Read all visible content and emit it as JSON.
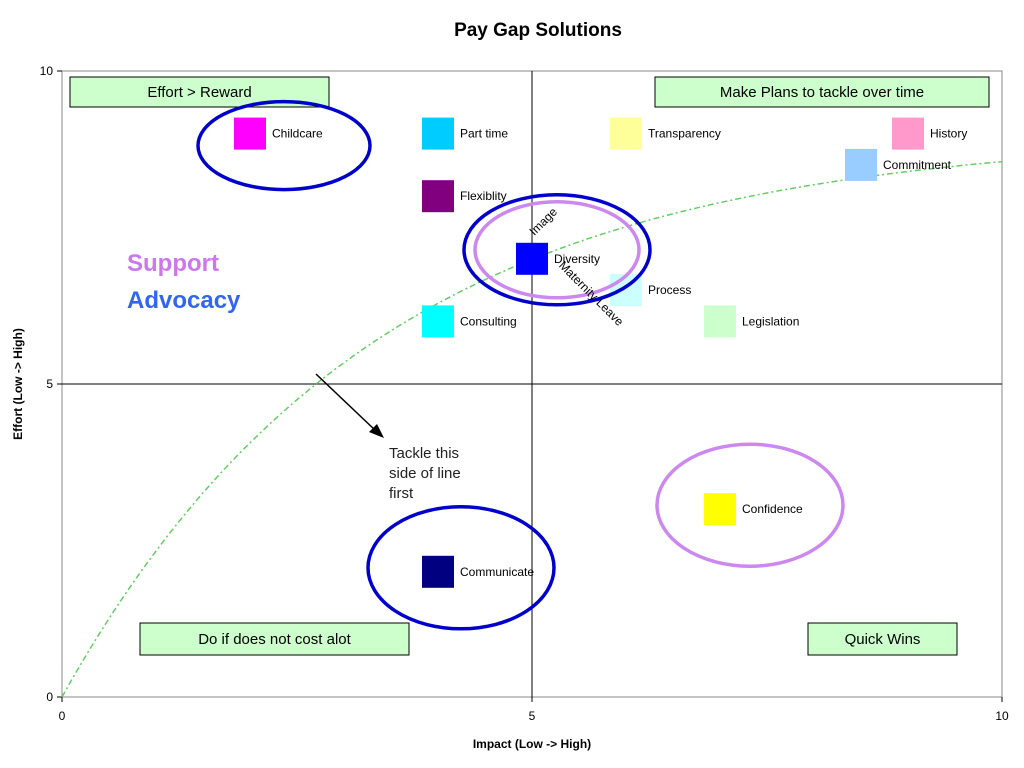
{
  "chart_data": {
    "type": "scatter",
    "title": "Pay Gap Solutions",
    "xlabel": "Impact (Low -> High)",
    "ylabel": "Effort (Low -> High)",
    "xlim": [
      0,
      10
    ],
    "ylim": [
      0,
      10
    ],
    "x_ticks": [
      "0",
      "5",
      "10"
    ],
    "y_ticks": [
      "0",
      "5",
      "10"
    ],
    "grid": false,
    "points": [
      {
        "label": "Childcare",
        "x": 2.0,
        "y": 9.0,
        "color": "#ff00ff"
      },
      {
        "label": "Part time",
        "x": 4.0,
        "y": 9.0,
        "color": "#00ccff"
      },
      {
        "label": "Transparency",
        "x": 6.0,
        "y": 9.0,
        "color": "#ffff99"
      },
      {
        "label": "History",
        "x": 9.0,
        "y": 9.0,
        "color": "#ff99cc"
      },
      {
        "label": "Commitment",
        "x": 8.5,
        "y": 8.5,
        "color": "#99ccff"
      },
      {
        "label": "Flexiblity",
        "x": 4.0,
        "y": 8.0,
        "color": "#800080"
      },
      {
        "label": "Diversity",
        "x": 5.0,
        "y": 7.0,
        "color": "#0000ff"
      },
      {
        "label": "Process",
        "x": 6.0,
        "y": 6.5,
        "color": "#ccffff"
      },
      {
        "label": "Consulting",
        "x": 4.0,
        "y": 6.0,
        "color": "#00ffff"
      },
      {
        "label": "Legislation",
        "x": 7.0,
        "y": 6.0,
        "color": "#ccffcc"
      },
      {
        "label": "Confidence",
        "x": 7.0,
        "y": 3.0,
        "color": "#ffff00"
      },
      {
        "label": "Communicate",
        "x": 4.0,
        "y": 2.0,
        "color": "#000080"
      }
    ],
    "rotated_labels": [
      {
        "text": "Image",
        "x": 5.15,
        "y": 7.55,
        "angle": -45
      },
      {
        "text": "Maternity Leave",
        "x": 5.6,
        "y": 6.4,
        "angle": 45
      }
    ],
    "quadrant_labels": [
      {
        "text": "Effort > Reward",
        "position": "top-left"
      },
      {
        "text": "Make Plans to tackle over time",
        "position": "top-right"
      },
      {
        "text": "Do if does not cost alot",
        "position": "bottom-left"
      },
      {
        "text": "Quick Wins",
        "position": "bottom-right"
      }
    ],
    "divider": {
      "x": 5,
      "y": 5
    },
    "trend_curve": {
      "style": "dashed",
      "color": "#66cc66",
      "form": "exponential-saturation",
      "y_at_x0": 0,
      "asymptote": 9
    },
    "annotation": {
      "lines": [
        "Tackle this",
        "side of line",
        "first"
      ]
    },
    "side_labels": [
      "Support",
      "Advocacy"
    ],
    "highlight_circles": [
      {
        "around": "Childcare",
        "color": "#0000cc"
      },
      {
        "around": "Diversity",
        "color": "#0000cc"
      },
      {
        "around": "Diversity",
        "color": "#cc88ee"
      },
      {
        "around": "Communicate",
        "color": "#0000cc"
      },
      {
        "around": "Confidence",
        "color": "#cc88ee"
      }
    ]
  }
}
